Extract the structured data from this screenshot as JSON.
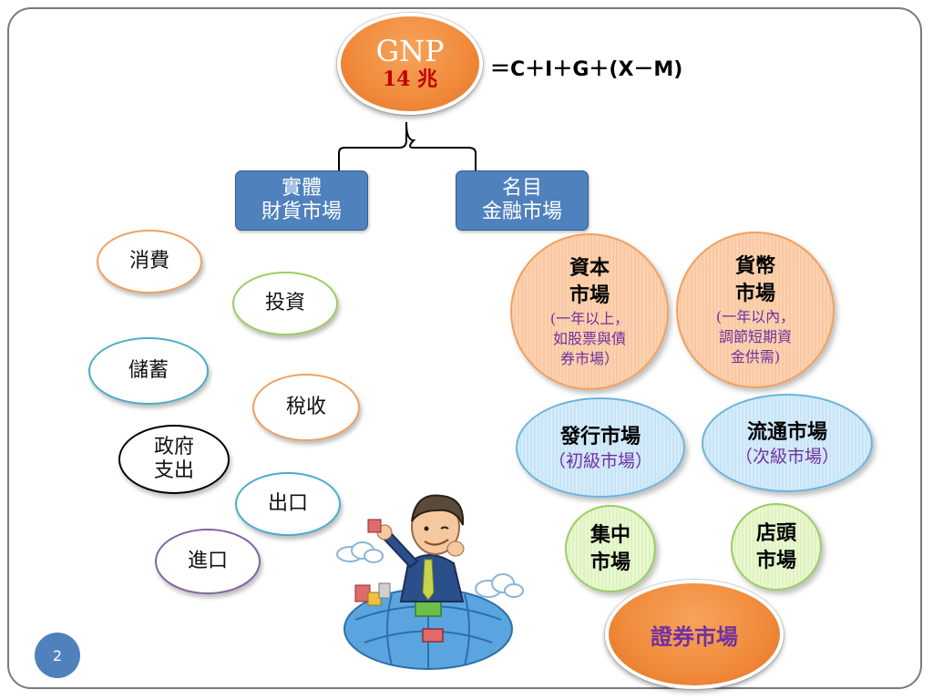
{
  "gnp": {
    "title": "GNP",
    "value": "14 兆"
  },
  "formula": "＝C＋I＋G＋(X－M)",
  "branches": {
    "real": {
      "line1": "實體",
      "line2": "財貨市場"
    },
    "nominal": {
      "line1": "名目",
      "line2": "金融市場"
    }
  },
  "real_items": [
    "消費",
    "投資",
    "儲蓄",
    "稅收",
    "政府",
    "支出",
    "出口",
    "進口"
  ],
  "capital": {
    "title1": "資本",
    "title2": "市場",
    "sub1": "(一年以上，",
    "sub2": "如股票與債",
    "sub3": "券市場）"
  },
  "money": {
    "title1": "貨幣",
    "title2": "市場",
    "sub1": "(一年以內，",
    "sub2": "調節短期資",
    "sub3": "金供需)"
  },
  "issue": {
    "title": "發行市場",
    "sub": "（初級市場）"
  },
  "circulation": {
    "title": "流通市場",
    "sub": "（次級市場）"
  },
  "central": {
    "line1": "集中",
    "line2": "市場"
  },
  "otc": {
    "line1": "店頭",
    "line2": "市場"
  },
  "securities": "證券市場",
  "page_number": "2",
  "colors": {
    "orange": "#f08a3a",
    "blue": "#4f81bd",
    "purple": "#7030a0",
    "red": "#c00000"
  },
  "illustration": "businessman-on-globe-icon"
}
